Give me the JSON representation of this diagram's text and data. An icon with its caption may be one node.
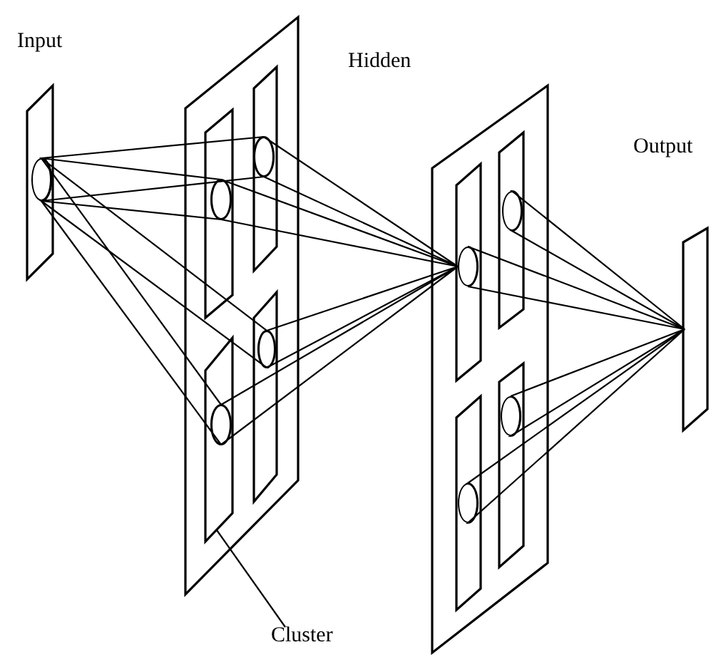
{
  "diagram": {
    "nodes": [
      {
        "text": [
          "Input"
        ]
      },
      {
        "text": [],
        "shape": "cylinder",
        "in": 0
      },
      {
        "text": [],
        "shape": "box"
      },
      {
        "text": [],
        "shape": "bar",
        "in": 2
      },
      {
        "text": [],
        "shape": "cylinder",
        "in": 3
      },
      {
        "text": [],
        "shape": "bar",
        "in": 2
      },
      {
        "text": [],
        "shape": "cylinder",
        "in": 5
      },
      {
        "text": [],
        "shape": "bar",
        "in": 2
      },
      {
        "text": [],
        "shape": "cylinder",
        "in": 7
      },
      {
        "text": [],
        "shape": "bar",
        "in": 2
      },
      {
        "text": [],
        "shape": "cylinder",
        "in": 9
      },
      {
        "text": [],
        "shape": "box"
      },
      {
        "text": [],
        "shape": "bar",
        "in": 11
      },
      {
        "text": [],
        "shape": "cylinder",
        "in": 12
      },
      {
        "text": [],
        "shape": "bar",
        "in": 11
      },
      {
        "text": [],
        "shape": "cylinder",
        "in": 14
      },
      {
        "text": [],
        "shape": "bar",
        "in": 11
      },
      {
        "text": [],
        "shape": "cylinder",
        "in": 16
      },
      {
        "text": [],
        "shape": "bar",
        "in": 11
      },
      {
        "text": [],
        "shape": "cylinder",
        "in": 18
      },
      {
        "text": [
          "Output"
        ]
      },
      {
        "text": [
          "Cluster"
        ]
      }
    ],
    "edges": [
      {
        "from": 1,
        "to": 4,
        "arrow": "none"
      },
      {
        "from": 1,
        "to": 6,
        "arrow": "none"
      },
      {
        "from": 1,
        "to": 8,
        "arrow": "none"
      },
      {
        "from": 1,
        "to": 10,
        "arrow": "none"
      },
      {
        "from": 4,
        "to": 13,
        "arrow": "none"
      },
      {
        "from": 6,
        "to": 13,
        "arrow": "none"
      },
      {
        "from": 8,
        "to": 13,
        "arrow": "none"
      },
      {
        "from": 10,
        "to": 13,
        "arrow": "none"
      },
      {
        "from": 13,
        "to": 20,
        "arrow": "none"
      },
      {
        "from": 15,
        "to": 20,
        "arrow": "none"
      },
      {
        "from": 17,
        "to": 20,
        "arrow": "none"
      },
      {
        "from": 19,
        "to": 20,
        "arrow": "none"
      },
      {
        "from": 21,
        "to": 7,
        "arrow": "none"
      }
    ],
    "labels": [
      "Hidden"
    ]
  }
}
